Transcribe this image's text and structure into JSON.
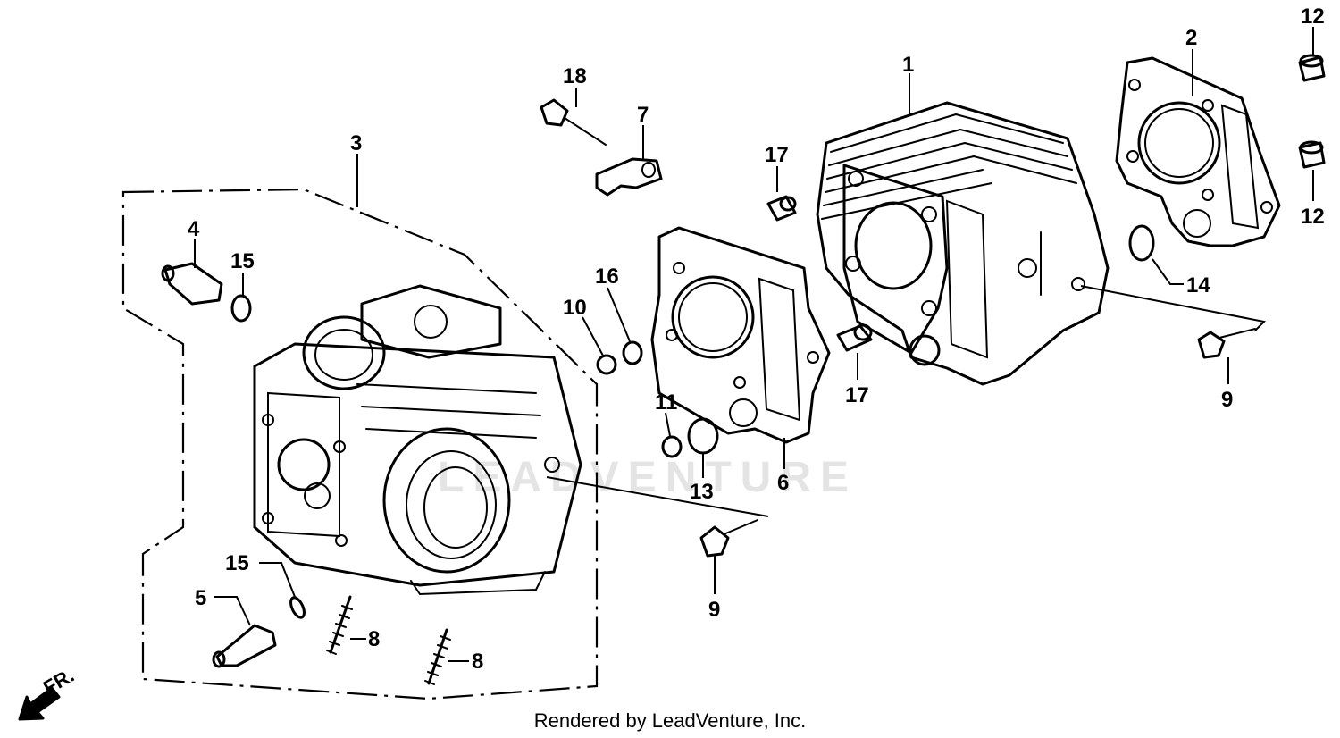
{
  "diagram": {
    "watermark": "LEADVENTURE",
    "direction_label": "FR.",
    "footer": "Rendered by LeadVenture, Inc.",
    "callouts": {
      "c1": "1",
      "c2": "2",
      "c3": "3",
      "c4": "4",
      "c5": "5",
      "c6": "6",
      "c7": "7",
      "c8a": "8",
      "c8b": "8",
      "c9a": "9",
      "c9b": "9",
      "c10": "10",
      "c11": "11",
      "c12a": "12",
      "c12b": "12",
      "c13": "13",
      "c14": "14",
      "c15a": "15",
      "c15b": "15",
      "c16": "16",
      "c17a": "17",
      "c17b": "17",
      "c18": "18"
    }
  }
}
